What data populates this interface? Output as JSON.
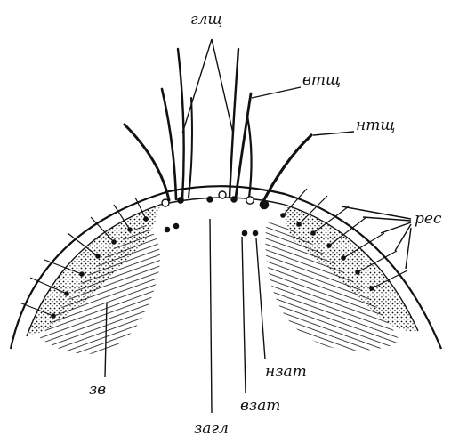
{
  "labels": {
    "glsch": "глщ",
    "vtsch": "втщ",
    "ntsch": "нтщ",
    "res": "рес",
    "zv": "зв",
    "nzat": "нзат",
    "vzat": "взат",
    "zagl": "загл"
  },
  "colors": {
    "ink": "#111111",
    "paper": "#ffffff"
  }
}
